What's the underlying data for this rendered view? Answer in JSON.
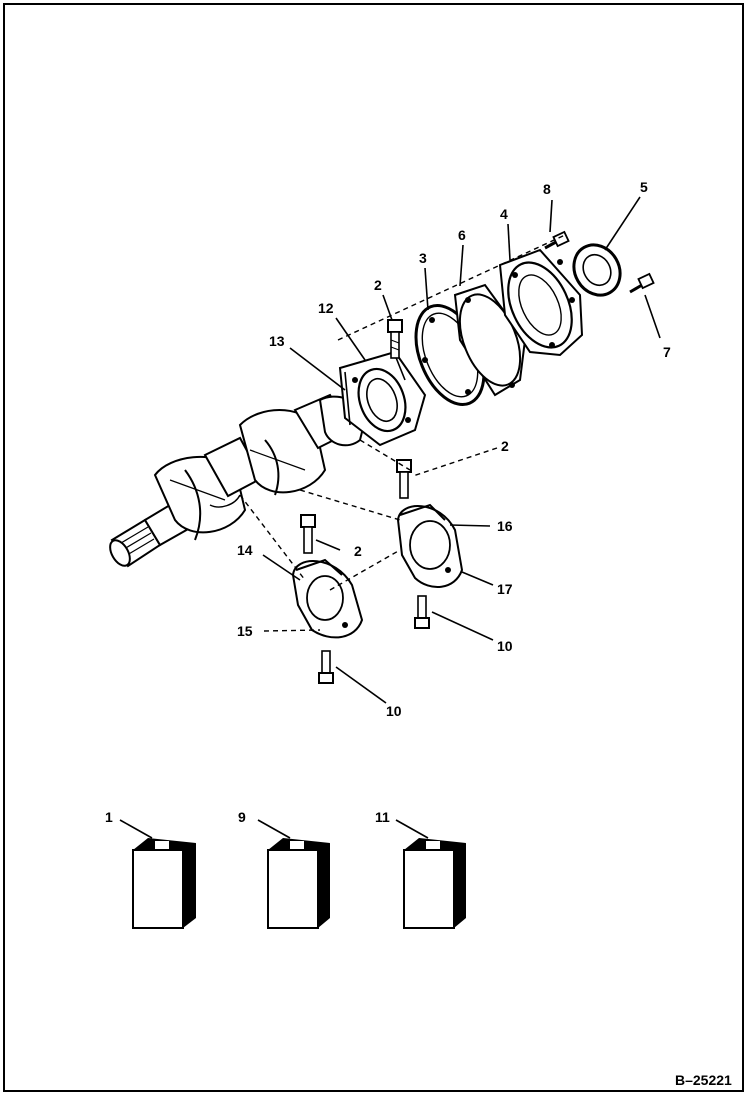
{
  "diagram": {
    "reference_code": "B–25221",
    "callouts": {
      "c1": "1",
      "c2a": "2",
      "c2b": "2",
      "c2c": "2",
      "c3": "3",
      "c4": "4",
      "c5": "5",
      "c6": "6",
      "c7": "7",
      "c8": "8",
      "c9": "9",
      "c10a": "10",
      "c10b": "10",
      "c11": "11",
      "c12": "12",
      "c13": "13",
      "c14": "14",
      "c15": "15",
      "c16": "16",
      "c17": "17"
    }
  }
}
